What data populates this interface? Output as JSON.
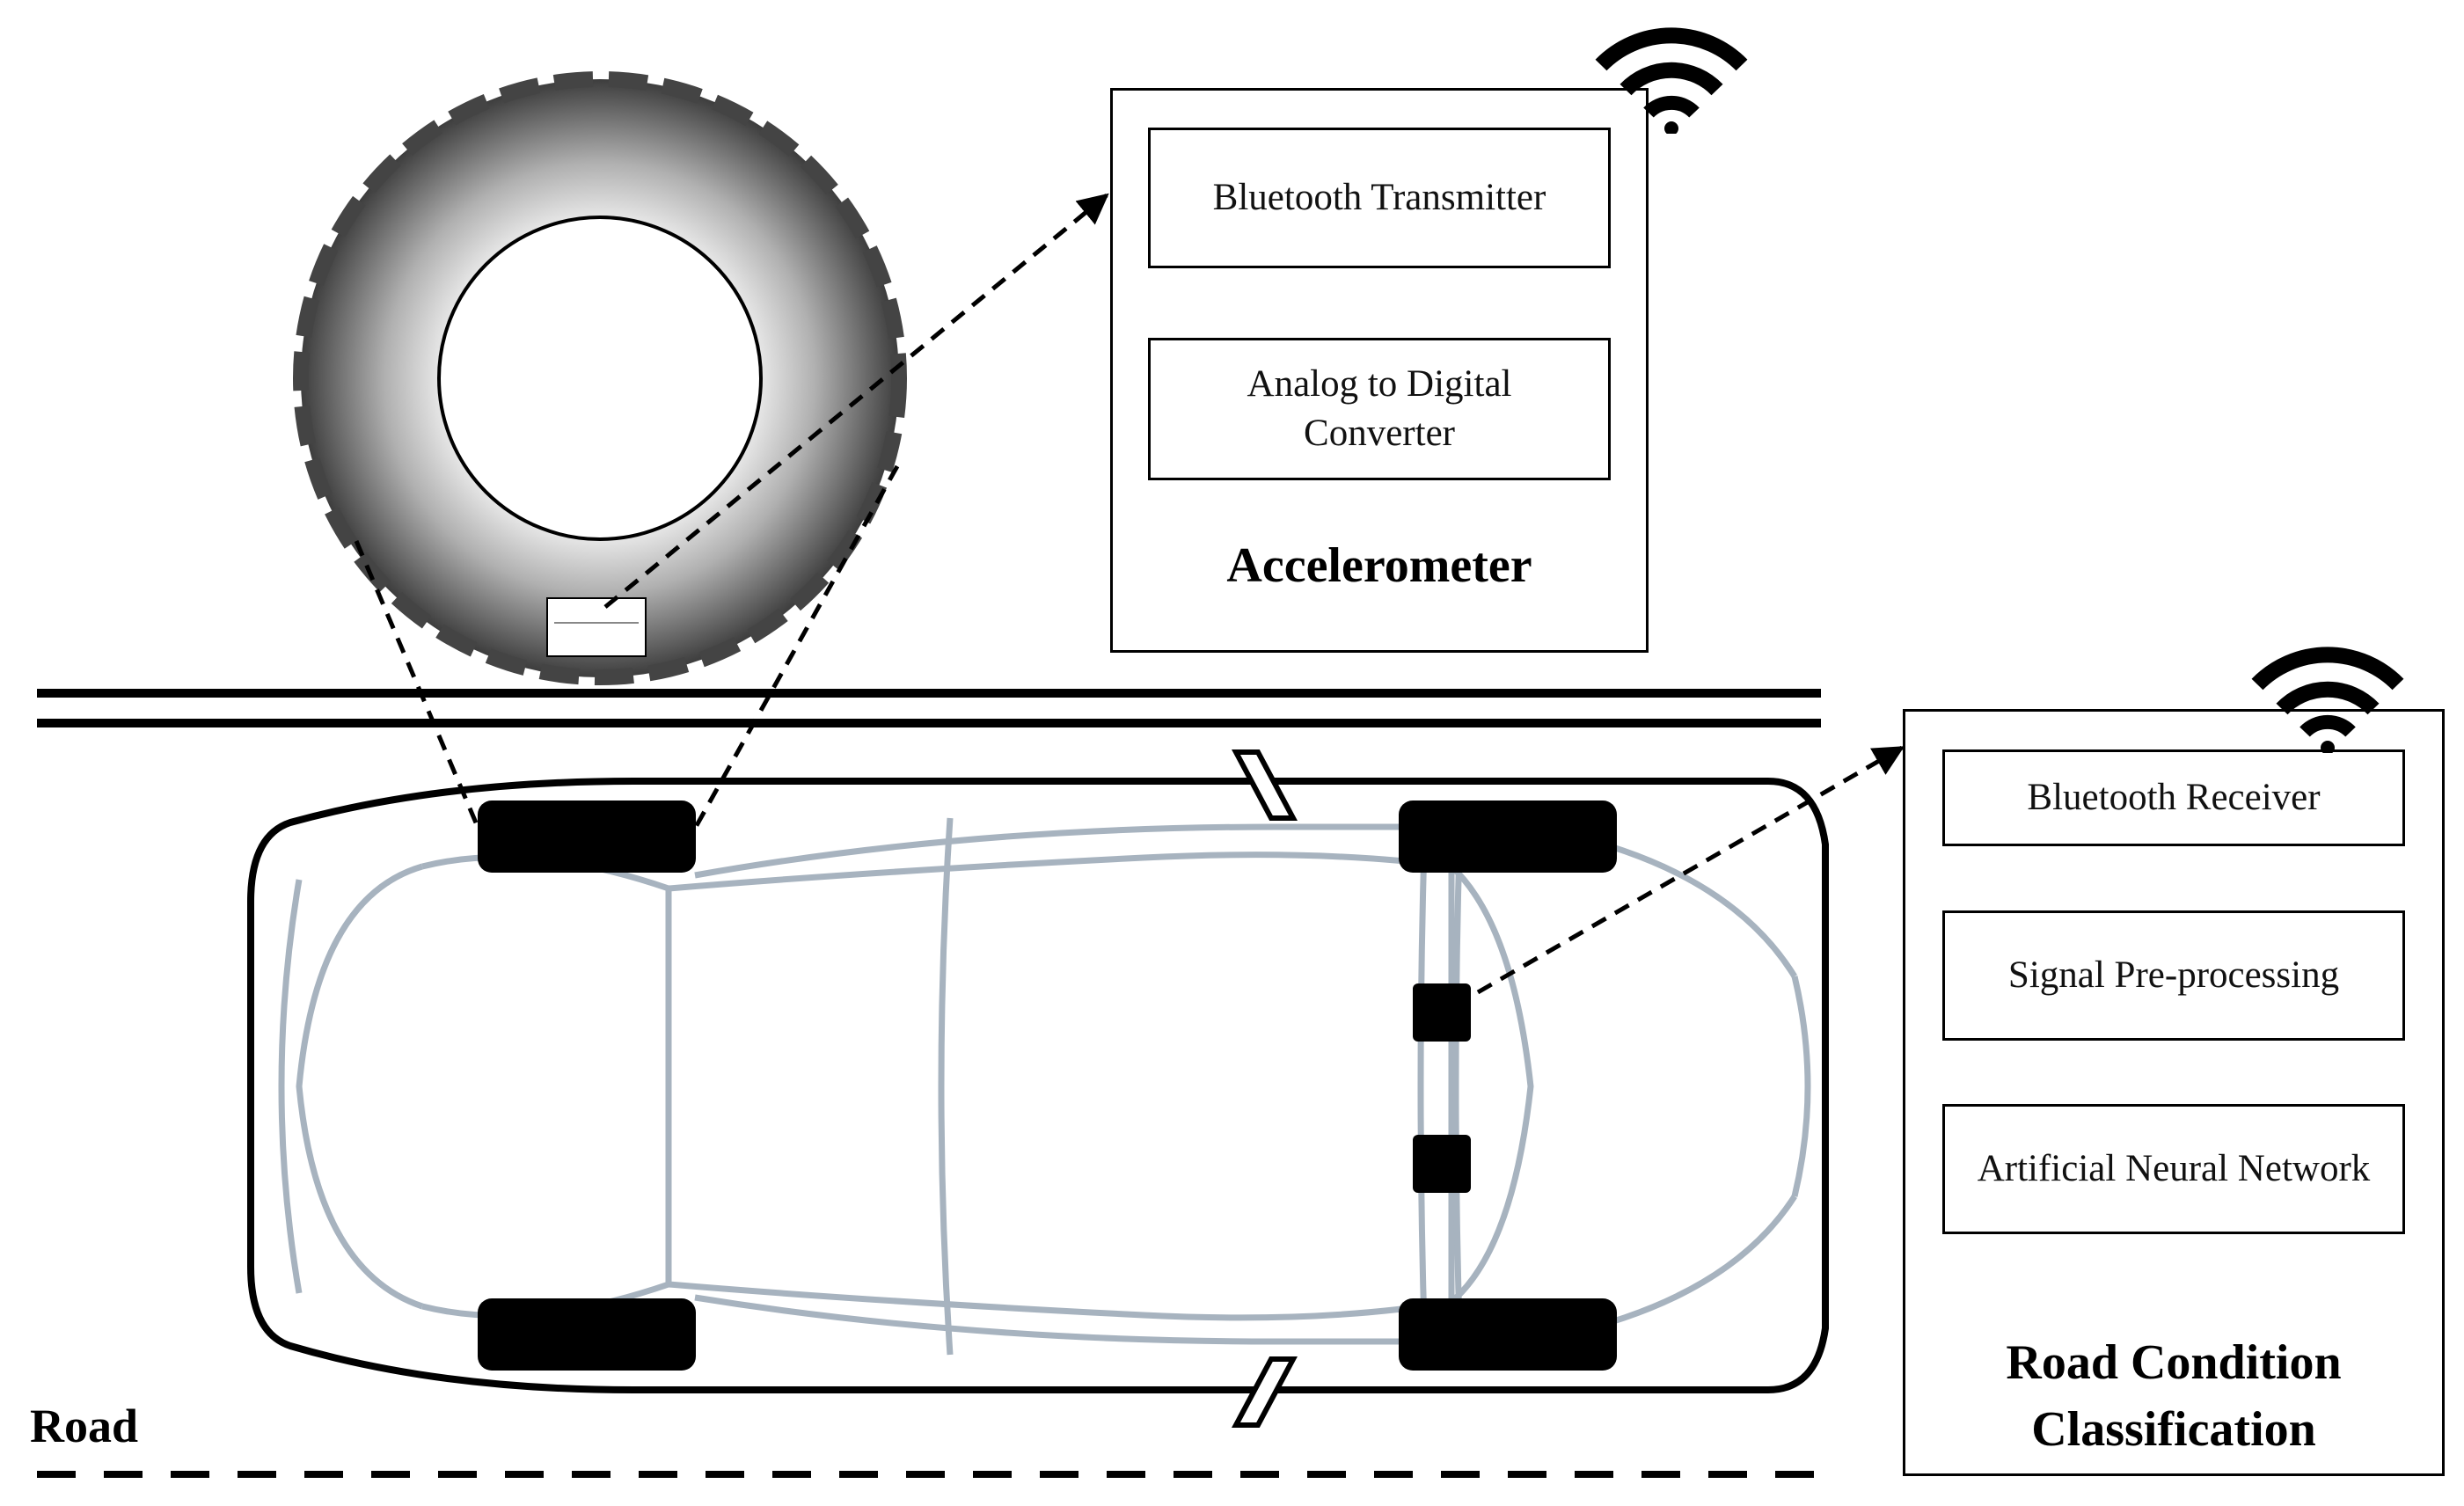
{
  "accelerometer": {
    "title": "Accelerometer",
    "blocks": [
      "Bluetooth Transmitter",
      "Analog to Digital Converter"
    ]
  },
  "classification": {
    "title_line1": "Road Condition",
    "title_line2": "Classification",
    "blocks": [
      "Bluetooth Receiver",
      "Signal Pre-processing",
      "Artificial Neural Network"
    ]
  },
  "road_label": "Road",
  "icons": [
    "wifi-icon",
    "tire-icon",
    "car-icon"
  ],
  "colors": {
    "line": "#000000",
    "car_frame": "#a7b3bf",
    "tire_dark": "#3a3a3a",
    "tire_light": "#d9d9d9"
  }
}
